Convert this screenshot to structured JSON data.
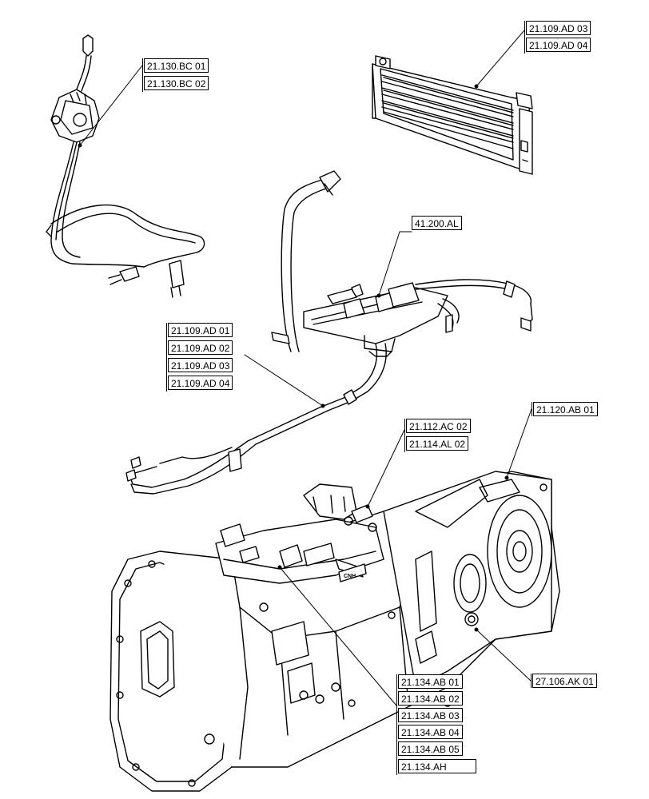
{
  "callouts": {
    "cooler_top": [
      "21.109.AD 03",
      "21.109.AD 04"
    ],
    "valve_top": [
      "21.130.BC 01",
      "21.130.BC 02"
    ],
    "harness": [
      "41.200.AL"
    ],
    "pipes": [
      "21.109.AD 01",
      "21.109.AD 02",
      "21.109.AD 03",
      "21.109.AD 04"
    ],
    "housing_top": [
      "21.112.AC 02",
      "21.114.AL 02"
    ],
    "rear_cover": [
      "21.120.AB 01"
    ],
    "drain": [
      "27.106.AK 01"
    ],
    "control_block": [
      "21.134.AB 01",
      "21.134.AB 02",
      "21.134.AB 03",
      "21.134.AB 04",
      "21.134.AB 05",
      "21.134.AH"
    ]
  },
  "logo_text": "CNH"
}
